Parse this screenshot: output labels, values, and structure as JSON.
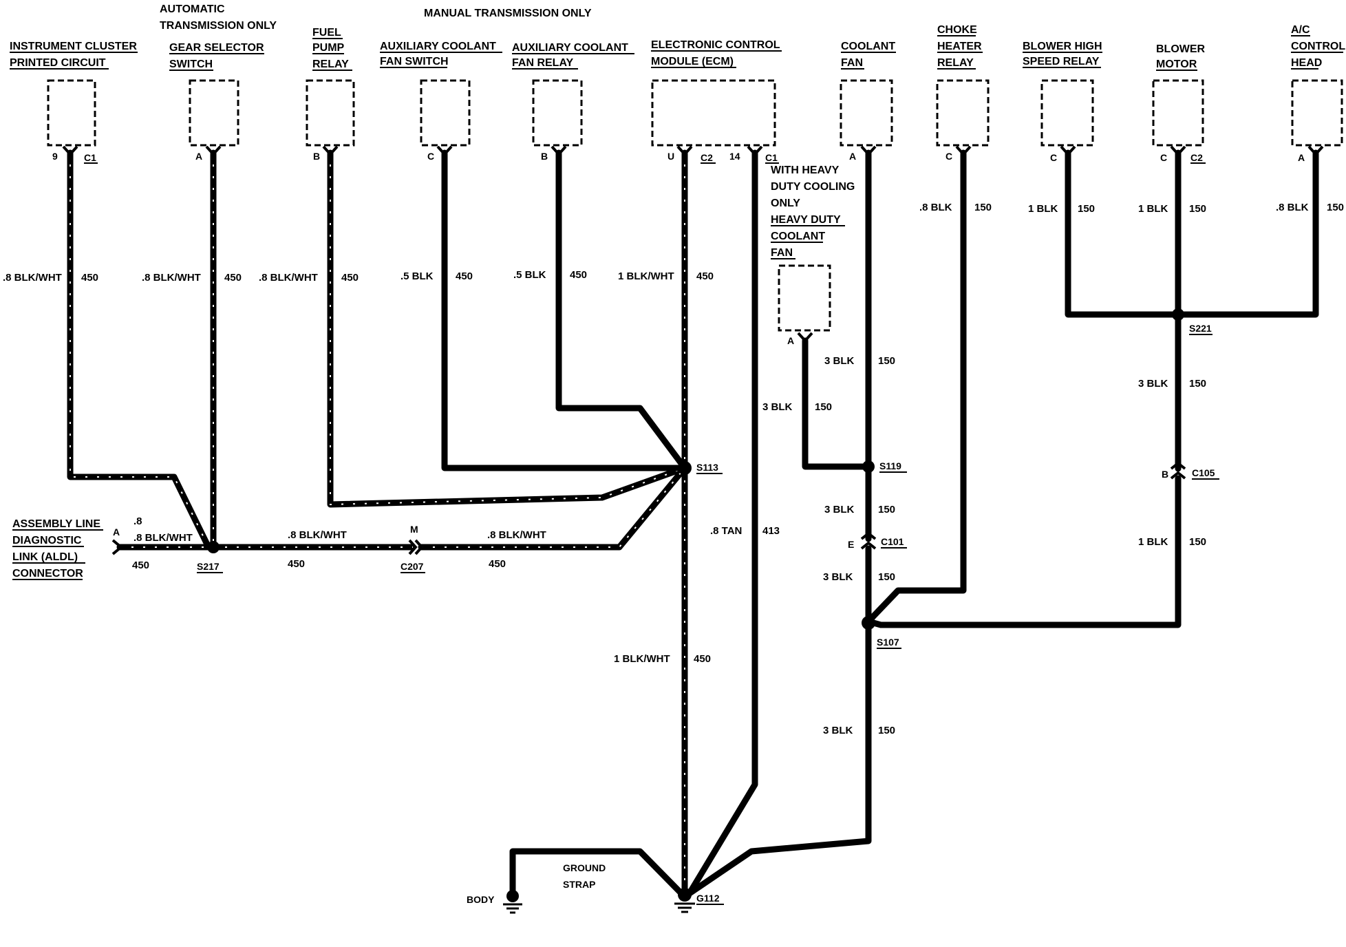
{
  "notes": {
    "automatic": [
      "AUTOMATIC",
      "TRANSMISSION ONLY"
    ],
    "manual": "MANUAL TRANSMISSION ONLY",
    "heavy_duty": [
      "WITH HEAVY",
      "DUTY COOLING",
      "ONLY"
    ]
  },
  "components": [
    {
      "id": "instrument-cluster",
      "lines": [
        "INSTRUMENT CLUSTER",
        "PRINTED CIRCUIT"
      ],
      "pin": "9",
      "connector": "C1"
    },
    {
      "id": "gear-selector-switch",
      "lines": [
        "GEAR SELECTOR",
        "SWITCH"
      ],
      "pin": "A",
      "connector": ""
    },
    {
      "id": "fuel-pump-relay",
      "lines": [
        "FUEL",
        "PUMP",
        "RELAY"
      ],
      "pin": "B",
      "connector": ""
    },
    {
      "id": "aux-coolant-fan-switch",
      "lines": [
        "AUXILIARY COOLANT",
        "FAN SWITCH"
      ],
      "pin": "C",
      "connector": ""
    },
    {
      "id": "aux-coolant-fan-relay",
      "lines": [
        "AUXILIARY COOLANT",
        "FAN RELAY"
      ],
      "pin": "B",
      "connector": ""
    },
    {
      "id": "ecm",
      "lines": [
        "ELECTRONIC CONTROL",
        "MODULE (ECM)"
      ],
      "pin": "U",
      "connector": "C2",
      "pin2": "14",
      "connector2": "C1"
    },
    {
      "id": "coolant-fan",
      "lines": [
        "COOLANT",
        "FAN"
      ],
      "pin": "A",
      "connector": ""
    },
    {
      "id": "choke-heater-relay",
      "lines": [
        "CHOKE",
        "HEATER",
        "RELAY"
      ],
      "pin": "C",
      "connector": ""
    },
    {
      "id": "blower-high-speed-relay",
      "lines": [
        "BLOWER HIGH",
        "SPEED RELAY"
      ],
      "pin": "C",
      "connector": ""
    },
    {
      "id": "blower-motor",
      "lines": [
        "BLOWER",
        "MOTOR"
      ],
      "pin": "C",
      "connector": "C2"
    },
    {
      "id": "ac-control-head",
      "lines": [
        "A/C",
        "CONTROL",
        "HEAD"
      ],
      "pin": "A",
      "connector": ""
    },
    {
      "id": "heavy-duty-coolant-fan",
      "lines": [
        "HEAVY DUTY",
        "COOLANT",
        "FAN"
      ],
      "pin": "A",
      "connector": ""
    }
  ],
  "aldl": {
    "lines": [
      "ASSEMBLY LINE",
      "DIAGNOSTIC",
      "LINK (ALDL)",
      "CONNECTOR"
    ],
    "pin": "A"
  },
  "wire_labels": [
    {
      "id": "instrument-cluster-wire",
      "size": ".8 BLK/WHT",
      "circuit": "450"
    },
    {
      "id": "gear-selector-wire",
      "size": ".8 BLK/WHT",
      "circuit": "450"
    },
    {
      "id": "fuel-pump-relay-wire",
      "size": ".8 BLK/WHT",
      "circuit": "450"
    },
    {
      "id": "aux-fan-switch-wire",
      "size": ".5 BLK",
      "circuit": "450"
    },
    {
      "id": "aux-fan-relay-wire",
      "size": ".5 BLK",
      "circuit": "450"
    },
    {
      "id": "ecm-c2-wire",
      "size": "1 BLK/WHT",
      "circuit": "450"
    },
    {
      "id": "coolant-fan-wire",
      "size": "3 BLK",
      "circuit": "150"
    },
    {
      "id": "hd-coolant-fan-wire",
      "size": "3 BLK",
      "circuit": "150"
    },
    {
      "id": "s119-c101-wire",
      "size": "3 BLK",
      "circuit": "150"
    },
    {
      "id": "c101-s107-wire",
      "size": "3 BLK",
      "circuit": "150"
    },
    {
      "id": "choke-relay-wire",
      "size": ".8 BLK",
      "circuit": "150"
    },
    {
      "id": "blower-relay-wire",
      "size": "1 BLK",
      "circuit": "150"
    },
    {
      "id": "blower-motor-wire",
      "size": "1 BLK",
      "circuit": "150"
    },
    {
      "id": "ac-head-wire",
      "size": ".8 BLK",
      "circuit": "150"
    },
    {
      "id": "s221-c105-wire",
      "size": "3 BLK",
      "circuit": "150"
    },
    {
      "id": "c105-s107-wire",
      "size": "1 BLK",
      "circuit": "150"
    },
    {
      "id": "aldl-s217-wire",
      "size": ".8 BLK/WHT",
      "circuit": "450"
    },
    {
      "id": "s217-c207-wire",
      "size": ".8 BLK/WHT",
      "circuit": "450"
    },
    {
      "id": "c207-s113-wire",
      "size": ".8 BLK/WHT",
      "circuit": "450"
    },
    {
      "id": "ecm-c1-wire",
      "size": ".8 TAN",
      "circuit": "413"
    },
    {
      "id": "s113-g112-wire",
      "size": "1 BLK/WHT",
      "circuit": "450"
    },
    {
      "id": "s107-g112-wire",
      "size": "3 BLK",
      "circuit": "150"
    }
  ],
  "splices": [
    "S113",
    "S217",
    "S119",
    "S107",
    "S221"
  ],
  "connectors": [
    {
      "id": "C207",
      "pin": "M"
    },
    {
      "id": "C101",
      "pin": "E"
    },
    {
      "id": "C105",
      "pin": "B"
    }
  ],
  "ground": {
    "id": "G112",
    "body_label": "BODY",
    "strap_label": [
      "GROUND",
      "STRAP"
    ]
  }
}
